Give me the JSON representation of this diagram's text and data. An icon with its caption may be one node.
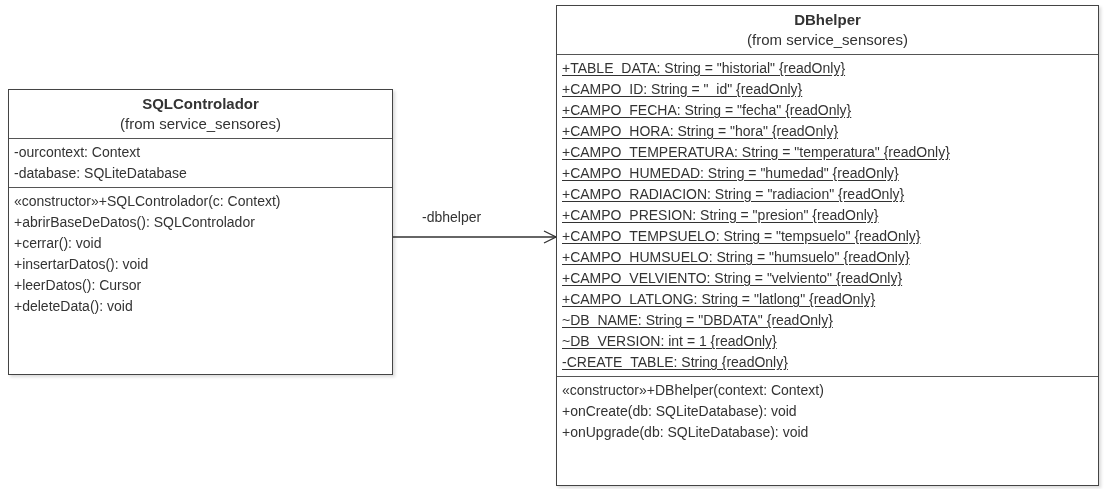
{
  "diagram": {
    "nodes": [
      {
        "text": [
          "SQLControlador",
          "(from service_sensores)"
        ]
      },
      {
        "text": [
          "-ourcontext: Context",
          "-database: SQLiteDatabase"
        ],
        "in": 0
      },
      {
        "text": [
          "«constructor»+SQLControlador(c: Context)",
          "+abrirBaseDeDatos(): SQLControlador",
          "+cerrar(): void",
          "+insertarDatos(): void",
          "+leerDatos(): Cursor",
          "+deleteData(): void"
        ],
        "in": 0
      },
      {
        "text": [
          "DBhelper",
          "(from service_sensores)"
        ]
      },
      {
        "text": [
          "+TABLE_DATA: String = \"historial\" {readOnly}",
          "+CAMPO_ID: String = \"_id\" {readOnly}",
          "+CAMPO_FECHA: String = \"fecha\" {readOnly}",
          "+CAMPO_HORA: String = \"hora\" {readOnly}",
          "+CAMPO_TEMPERATURA: String = \"temperatura\" {readOnly}",
          "+CAMPO_HUMEDAD: String = \"humedad\" {readOnly}",
          "+CAMPO_RADIACION: String = \"radiacion\" {readOnly}",
          "+CAMPO_PRESION: String = \"presion\" {readOnly}",
          "+CAMPO_TEMPSUELO: String = \"tempsuelo\" {readOnly}",
          "+CAMPO_HUMSUELO: String = \"humsuelo\" {readOnly}",
          "+CAMPO_VELVIENTO: String = \"velviento\" {readOnly}",
          "+CAMPO_LATLONG: String = \"latlong\" {readOnly}",
          "~DB_NAME: String = \"DBDATA\" {readOnly}",
          "~DB_VERSION: int = 1 {readOnly}",
          "-CREATE_TABLE: String {readOnly}"
        ],
        "in": 3
      },
      {
        "text": [
          "«constructor»+DBhelper(context: Context)",
          "+onCreate(db: SQLiteDatabase): void",
          "+onUpgrade(db: SQLiteDatabase): void"
        ],
        "in": 3
      }
    ],
    "edges": [
      {
        "from": 0,
        "to": 3,
        "arrow": "to",
        "label": "-dbhelper"
      }
    ]
  }
}
